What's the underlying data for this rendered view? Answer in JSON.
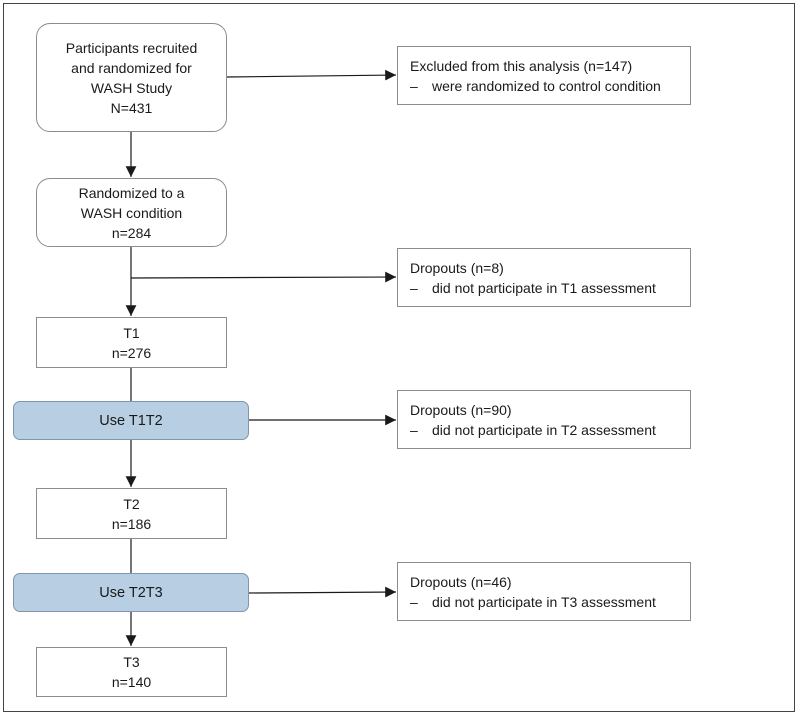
{
  "recruited": {
    "line1": "Participants recruited",
    "line2": "and randomized for",
    "line3": "WASH Study",
    "n": "N=431"
  },
  "excluded": {
    "title": "Excluded from this analysis (n=147)",
    "dash": "–",
    "detail": "were randomized to control condition"
  },
  "randomized": {
    "line1": "Randomized to a",
    "line2": "WASH condition",
    "n": "n=284"
  },
  "dropout1": {
    "title": "Dropouts (n=8)",
    "dash": "–",
    "detail": "did not participate in T1 assessment"
  },
  "t1": {
    "label": "T1",
    "n": "n=276"
  },
  "use_t1t2": {
    "label": "Use T1T2"
  },
  "dropout2": {
    "title": "Dropouts (n=90)",
    "dash": "–",
    "detail": "did not participate in T2 assessment"
  },
  "t2": {
    "label": "T2",
    "n": "n=186"
  },
  "use_t2t3": {
    "label": "Use T2T3"
  },
  "dropout3": {
    "title": "Dropouts (n=46)",
    "dash": "–",
    "detail": "did not participate in T3 assessment"
  },
  "t3": {
    "label": "T3",
    "n": "n=140"
  },
  "colors": {
    "phase_fill": "#b8cfe3",
    "border": "#8c8c8c",
    "line": "#1a1a1a"
  }
}
